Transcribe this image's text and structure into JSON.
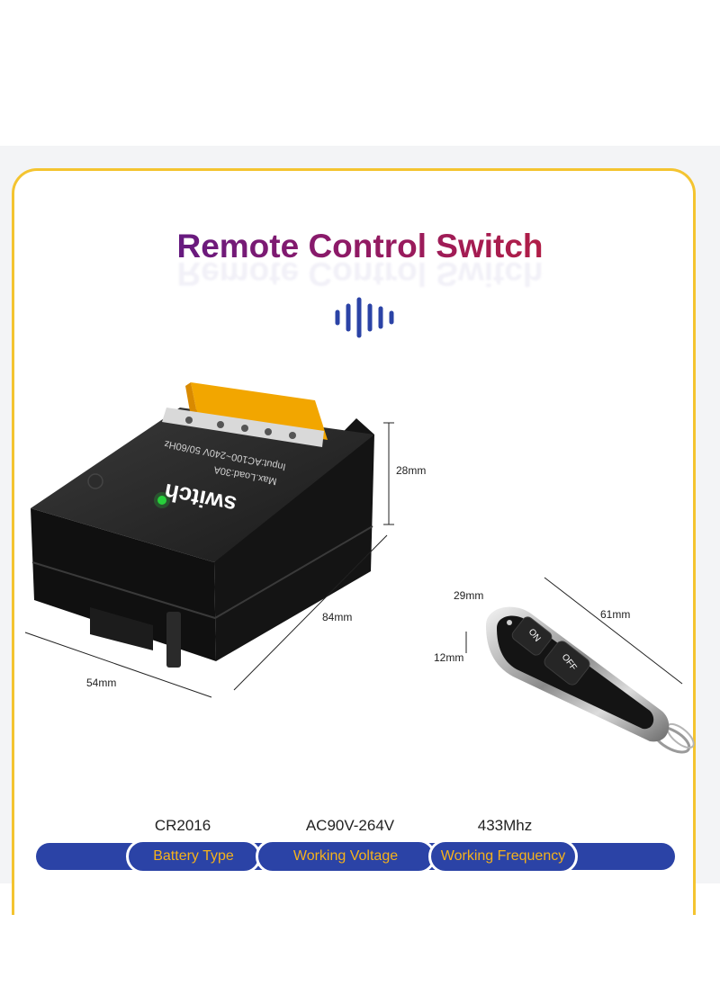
{
  "title": "Remote Control Switch",
  "colors": {
    "accent_border": "#f4c430",
    "bar": "#2b43a6",
    "label_text": "#f6b21b"
  },
  "receiver": {
    "brand": "switch",
    "spec_line_1": "Max.Load:30A",
    "spec_line_2": "Input:AC100~240V 50/60Hz",
    "dimensions": {
      "height": "28mm",
      "length": "84mm",
      "width": "54mm"
    }
  },
  "remote": {
    "buttons": {
      "on": "ON",
      "off": "OFF"
    },
    "dimensions": {
      "width": "29mm",
      "length": "61mm",
      "thickness": "12mm"
    }
  },
  "specs": [
    {
      "value": "CR2016",
      "label": "Battery Type"
    },
    {
      "value": "AC90V-264V",
      "label": "Working Voltage"
    },
    {
      "value": "433Mhz",
      "label": "Working Frequency"
    }
  ]
}
